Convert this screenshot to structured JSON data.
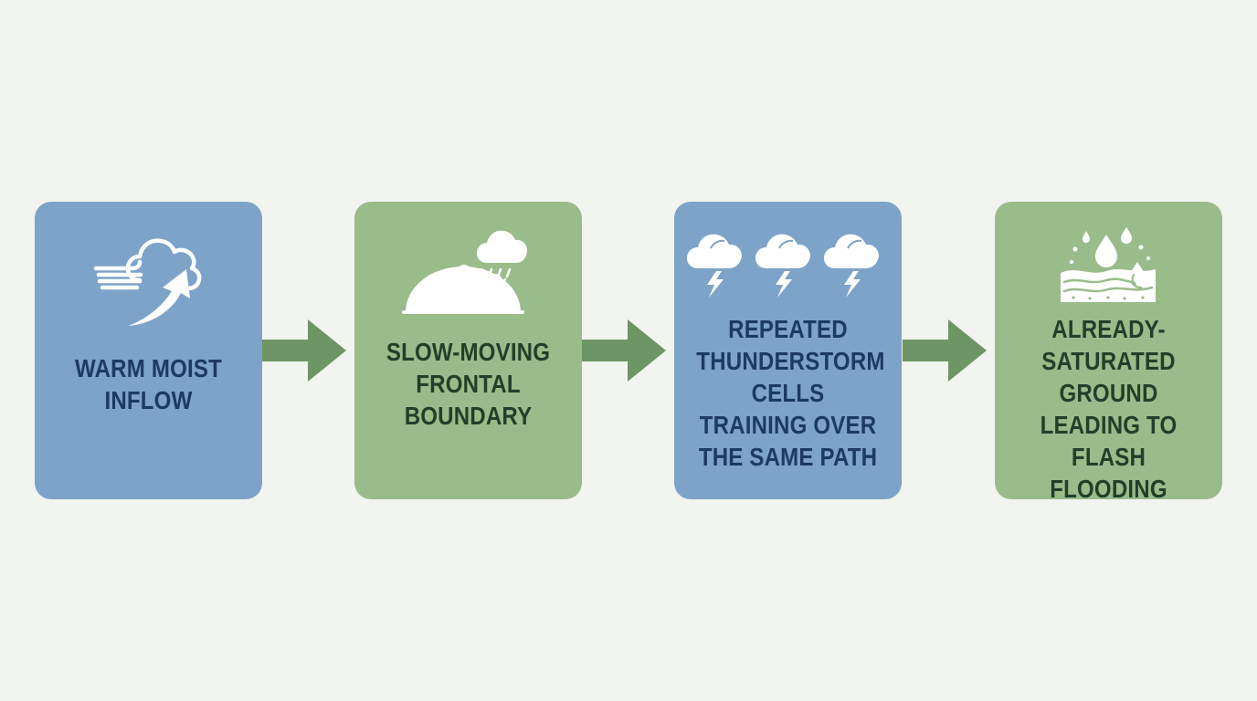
{
  "colors": {
    "background": "#f1f4ef",
    "blue_card": "#7da3c8",
    "green_card": "#9abc8b",
    "blue_text": "#1d3a63",
    "green_text": "#233f2a",
    "arrow": "#6e9566",
    "icon": "#ffffff"
  },
  "steps": [
    {
      "label": "Warm moist inflow",
      "icon": "wind-cloud-arrow-icon"
    },
    {
      "label": "Slow-moving frontal boundary",
      "icon": "front-rain-cloud-icon"
    },
    {
      "label": "Repeated thunderstorm cells training over the same path",
      "icon": "storm-clouds-icon"
    },
    {
      "label": "Already-saturated ground leading to flash flooding",
      "icon": "saturated-ground-icon"
    }
  ],
  "connectors": [
    "arrow-right-icon",
    "arrow-right-icon",
    "arrow-right-icon"
  ]
}
